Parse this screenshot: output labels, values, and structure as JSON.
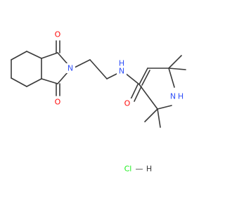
{
  "molecule": {
    "atoms": {
      "o_top": {
        "text": "O",
        "color": "#ff0d0d"
      },
      "o_bottom": {
        "text": "O",
        "color": "#ff0d0d"
      },
      "n_imide": {
        "text": "N",
        "color": "#3050f8"
      },
      "n_amide": {
        "text": "N",
        "color": "#3050f8"
      },
      "h_amide": {
        "text": "H",
        "color": "#3050f8"
      },
      "o_amide": {
        "text": "O",
        "color": "#ff0d0d"
      },
      "n_ring": {
        "text": "N",
        "color": "#3050f8"
      },
      "h_ring": {
        "text": "H",
        "color": "#3050f8"
      }
    },
    "salt": {
      "cl": {
        "text": "Cl",
        "color": "#1ff01f"
      },
      "bond": {
        "text": "—",
        "color": "#3a3a3a"
      },
      "h": {
        "text": "H",
        "color": "#3a3a3a"
      }
    }
  }
}
